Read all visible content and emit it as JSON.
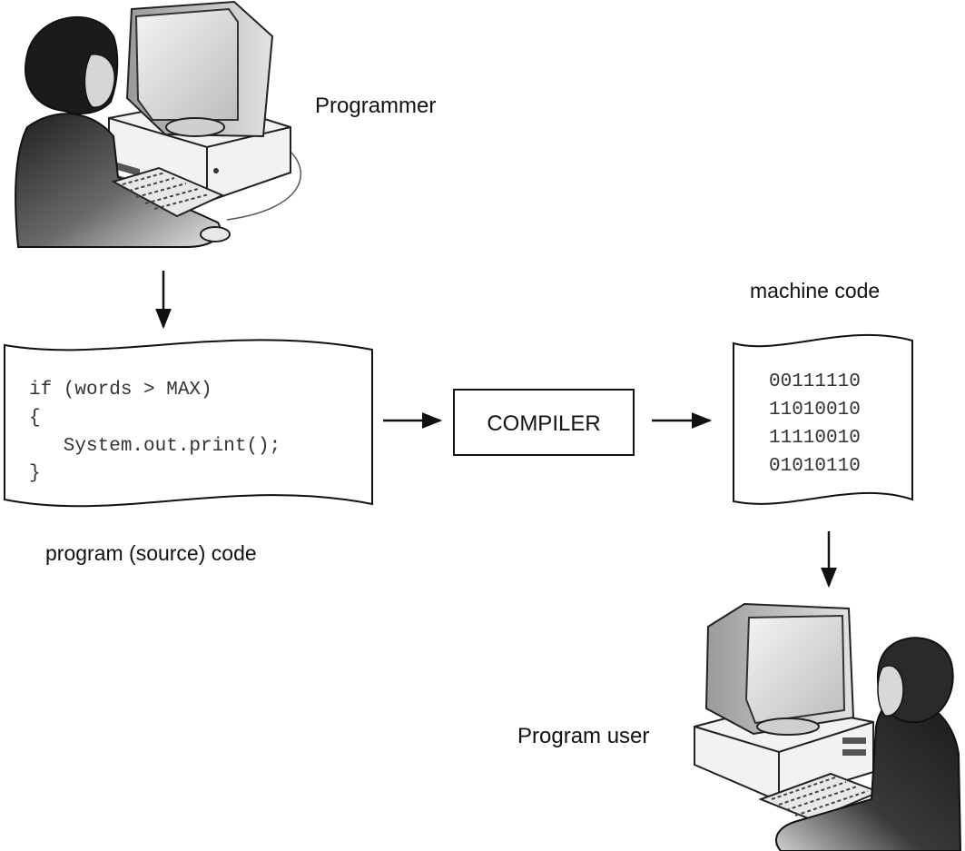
{
  "labels": {
    "programmer": "Programmer",
    "source_code": "program (source) code",
    "compiler": "COMPILER",
    "machine_code": "machine code",
    "program_user": "Program user"
  },
  "source_lines": [
    "if (words > MAX)",
    "{",
    "   System.out.print();",
    "}"
  ],
  "machine_lines": [
    "00111110",
    "11010010",
    "11110010",
    "01010110"
  ],
  "colors": {
    "ink": "#111111",
    "figure_dark": "#2a2a2a",
    "figure_mid": "#8a8a8a",
    "screen": "#d9d9d9",
    "case": "#efefef"
  },
  "icons": {
    "programmer": "person-at-computer-icon",
    "user": "person-at-computer-icon"
  }
}
